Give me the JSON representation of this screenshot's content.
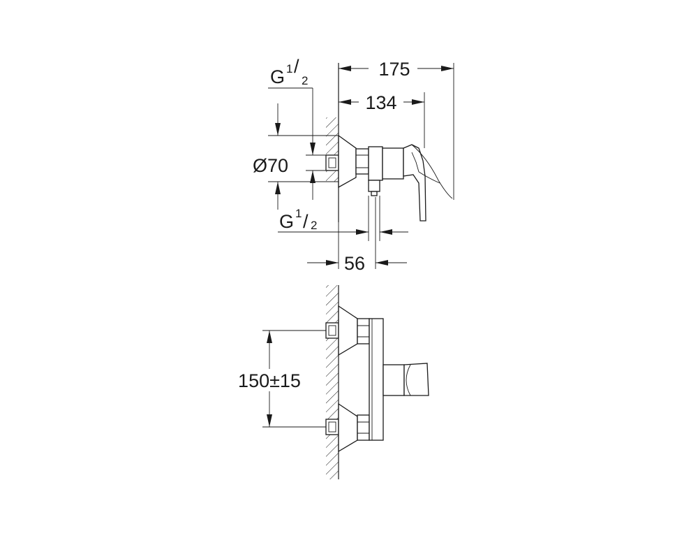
{
  "dimensions": {
    "overall_depth": "175",
    "body_depth": "134",
    "diameter": "Ø70",
    "centre_offset": "56",
    "inlet_top": {
      "base": "G",
      "num": "1",
      "den": "2"
    },
    "inlet_bottom": {
      "base": "G",
      "num": "1",
      "den": "2"
    },
    "inlet_spacing": "150±15"
  }
}
